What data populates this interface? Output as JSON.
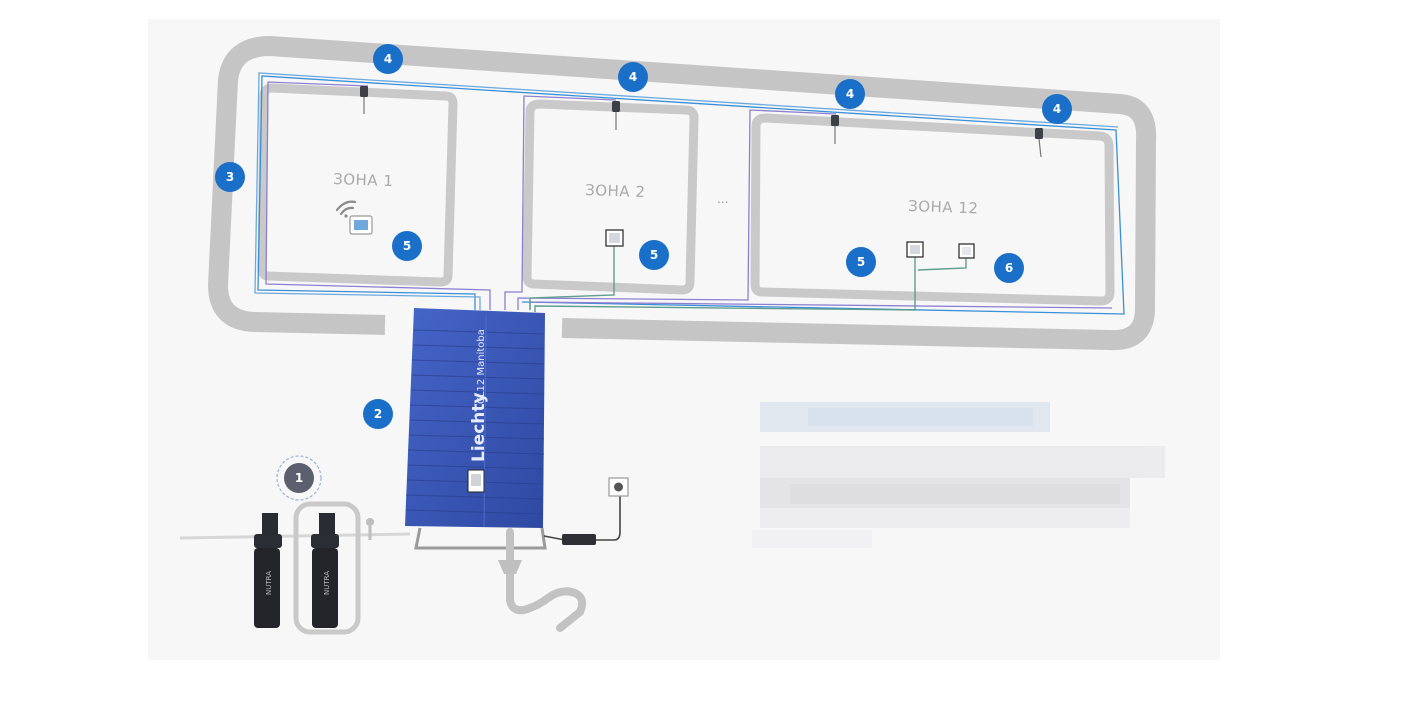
{
  "zones": [
    {
      "label": "ЗОНА 1"
    },
    {
      "label": "ЗОНА 2"
    },
    {
      "label": "ЗОНА 12"
    }
  ],
  "ellipsis": "...",
  "unit": {
    "brand": "Liechty",
    "model": "CL12  Manitoba"
  },
  "filter_label": "NUTRA",
  "badges": {
    "b1": "1",
    "b2": "2",
    "b3": "3",
    "b4a": "4",
    "b4b": "4",
    "b4c": "4",
    "b4d": "4",
    "b5a": "5",
    "b5b": "5",
    "b5c": "5",
    "b6": "6"
  },
  "colors": {
    "badge": "#1a6fc9",
    "badge_inactive": "#5b5f6e",
    "unit": "#3a56b8",
    "pipe_blue": "#3a8fd6",
    "pipe_purple": "#8d7fd0",
    "pipe_green": "#5e9e8e",
    "frame_gray": "#c4c4c4",
    "background": "#f7f7f7"
  }
}
